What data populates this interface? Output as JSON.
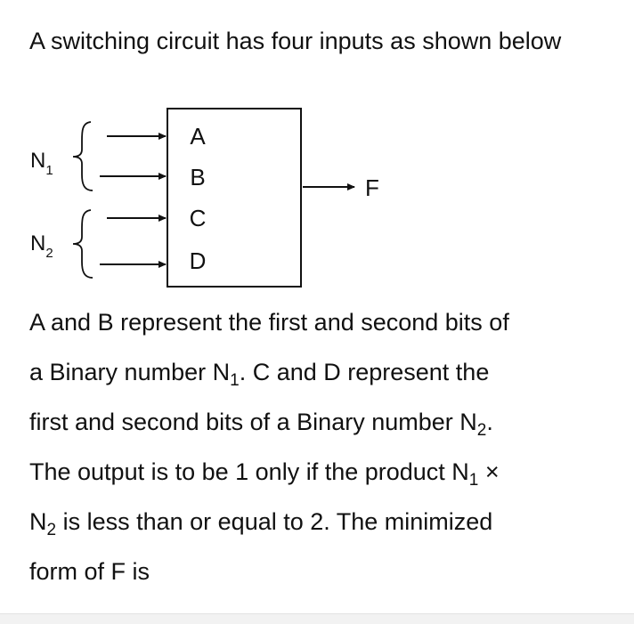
{
  "intro_text": "A switching circuit has four inputs as shown below",
  "diagram": {
    "inputs": [
      "A",
      "B",
      "C",
      "D"
    ],
    "output": "F",
    "groups": [
      {
        "name": "N",
        "sub": "1"
      },
      {
        "name": "N",
        "sub": "2"
      }
    ]
  },
  "problem": {
    "l1": "A and B represent the first and second bits of",
    "l2a": "a Binary number N",
    "l2b": "1",
    "l2c": ". C and D represent the",
    "l3a": "first and second bits of a Binary number N",
    "l3b": "2",
    "l3c": ".",
    "l4a": "The output is to be 1 only if the product N",
    "l4b": "1",
    "l4c": " ×",
    "l5a": "N",
    "l5b": "2",
    "l5c": " is less than or equal to 2. The minimized",
    "l6": "form of F is"
  }
}
